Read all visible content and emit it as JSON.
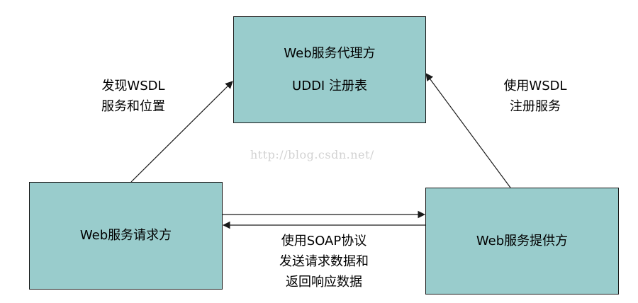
{
  "registry": {
    "line1": "Web服务代理方",
    "line2": "UDDI 注册表"
  },
  "requester": {
    "label": "Web服务请求方"
  },
  "provider": {
    "label": "Web服务提供方"
  },
  "edges": {
    "discover": {
      "line1": "发现WSDL",
      "line2": "服务和位置"
    },
    "publish": {
      "line1": "使用WSDL",
      "line2": "注册服务"
    },
    "soap": {
      "line1": "使用SOAP协议",
      "line2": "发送请求数据和",
      "line3": "返回响应数据"
    }
  },
  "watermark": "http://blog.csdn.net/",
  "colors": {
    "box_fill": "#99cccc",
    "line": "#1a1a1a"
  }
}
